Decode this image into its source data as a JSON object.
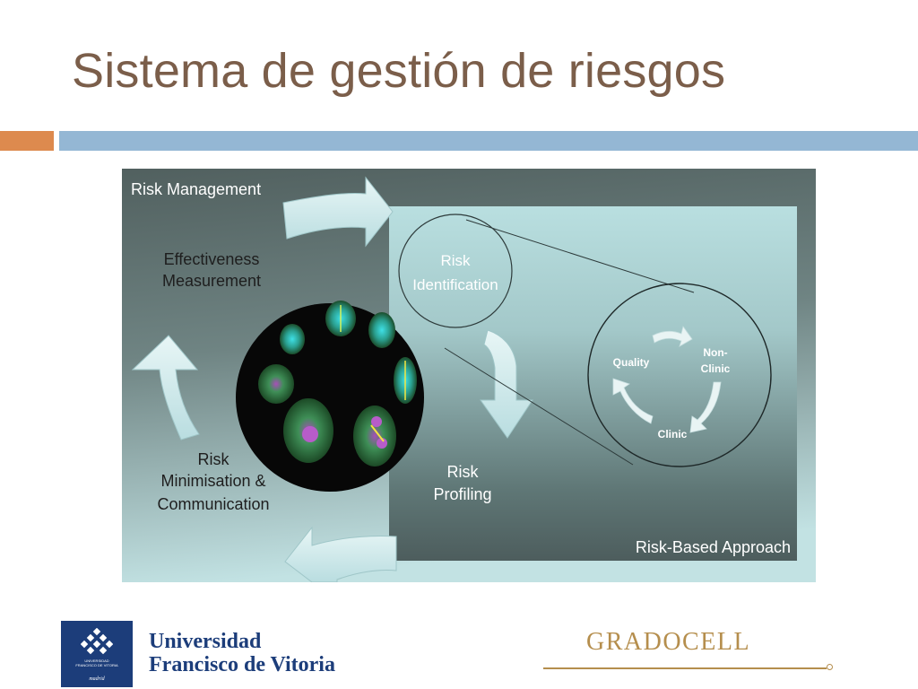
{
  "slide": {
    "title": "Sistema de gestión de riesgos"
  },
  "colors": {
    "title": "#7b5e4a",
    "accent_orange": "#dd8a4e",
    "accent_blue": "#94b7d4",
    "diagram_dark": "#52605f",
    "diagram_light": "#b6dadb",
    "ufv_blue": "#1c3d7a",
    "gradocell_gold": "#b58e4d"
  },
  "diagram": {
    "outer_label": "Risk Management",
    "effectiveness": [
      "Effectiveness",
      "Measurement"
    ],
    "minimisation": [
      "Risk",
      "Minimisation &",
      "Communication"
    ],
    "identification": [
      "Risk",
      "Identification"
    ],
    "profiling": [
      "Risk",
      "Profiling"
    ],
    "approach_label": "Risk-Based Approach",
    "inner_cycle": {
      "quality": "Quality",
      "nonclinic": [
        "Non-",
        "Clinic"
      ],
      "clinic": "Clinic"
    }
  },
  "footer": {
    "ufv_seal": {
      "name": [
        "UNIVERSIDAD",
        "FRANCISCO DE VITORIA"
      ],
      "city": "madrid"
    },
    "ufv_line1": "Universidad",
    "ufv_line2": "Francisco de Vitoria",
    "gradocell": "GRADOCELL"
  }
}
